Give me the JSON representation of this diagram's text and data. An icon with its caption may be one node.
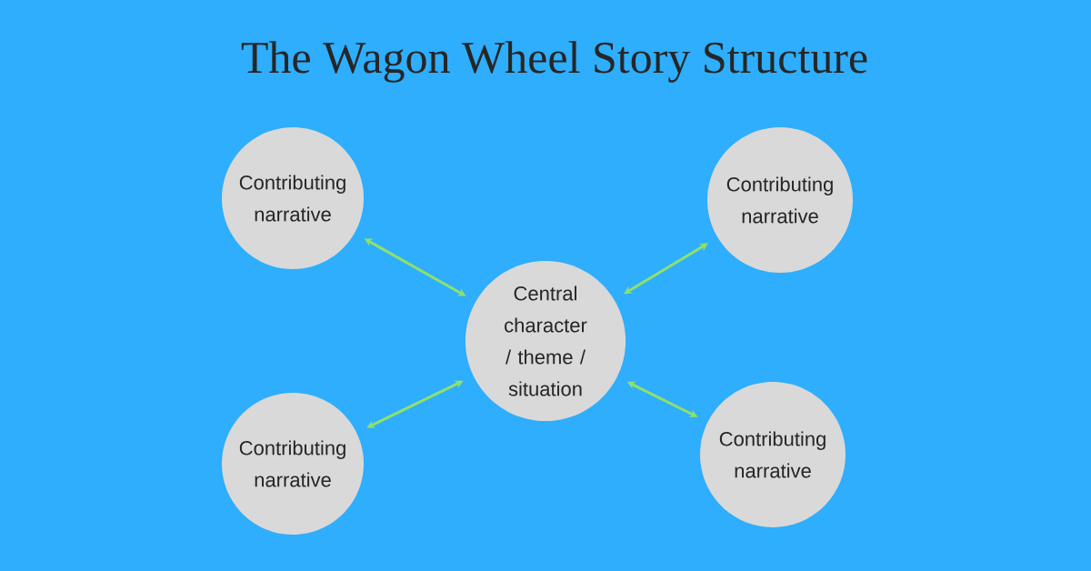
{
  "diagram": {
    "title": "The Wagon Wheel Story Structure",
    "nodes": [
      {
        "text": [
          "Contributing narrative"
        ]
      },
      {
        "text": [
          "Contributing narrative"
        ]
      },
      {
        "text": [
          "Central character / theme / situation"
        ]
      },
      {
        "text": [
          "Contributing narrative"
        ]
      },
      {
        "text": [
          "Contributing narrative"
        ]
      }
    ],
    "edges": [
      {
        "from": 2,
        "to": 0,
        "arrow": "both"
      },
      {
        "from": 2,
        "to": 1,
        "arrow": "both"
      },
      {
        "from": 2,
        "to": 3,
        "arrow": "both"
      },
      {
        "from": 2,
        "to": 4,
        "arrow": "both"
      }
    ]
  }
}
